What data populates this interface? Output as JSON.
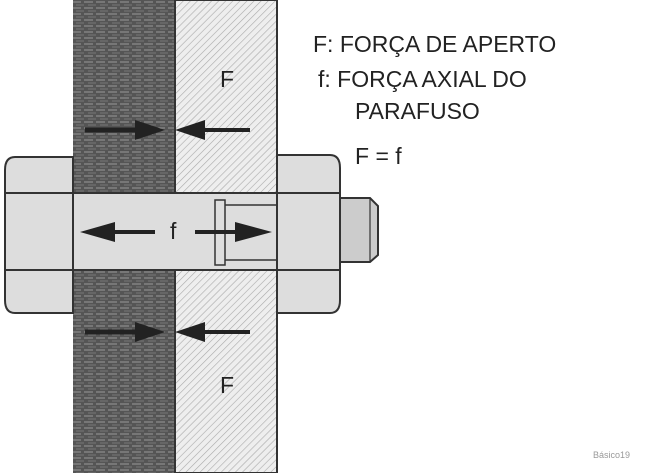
{
  "labels": {
    "clamp_force": "F: FORÇA DE APERTO",
    "axial_force_line1": "f: FORÇA AXIAL DO",
    "axial_force_line2": "PARAFUSO",
    "equation": "F = f",
    "F_top": "F",
    "F_bottom": "F",
    "f_bolt": "f",
    "figure_id": "Básico19"
  }
}
